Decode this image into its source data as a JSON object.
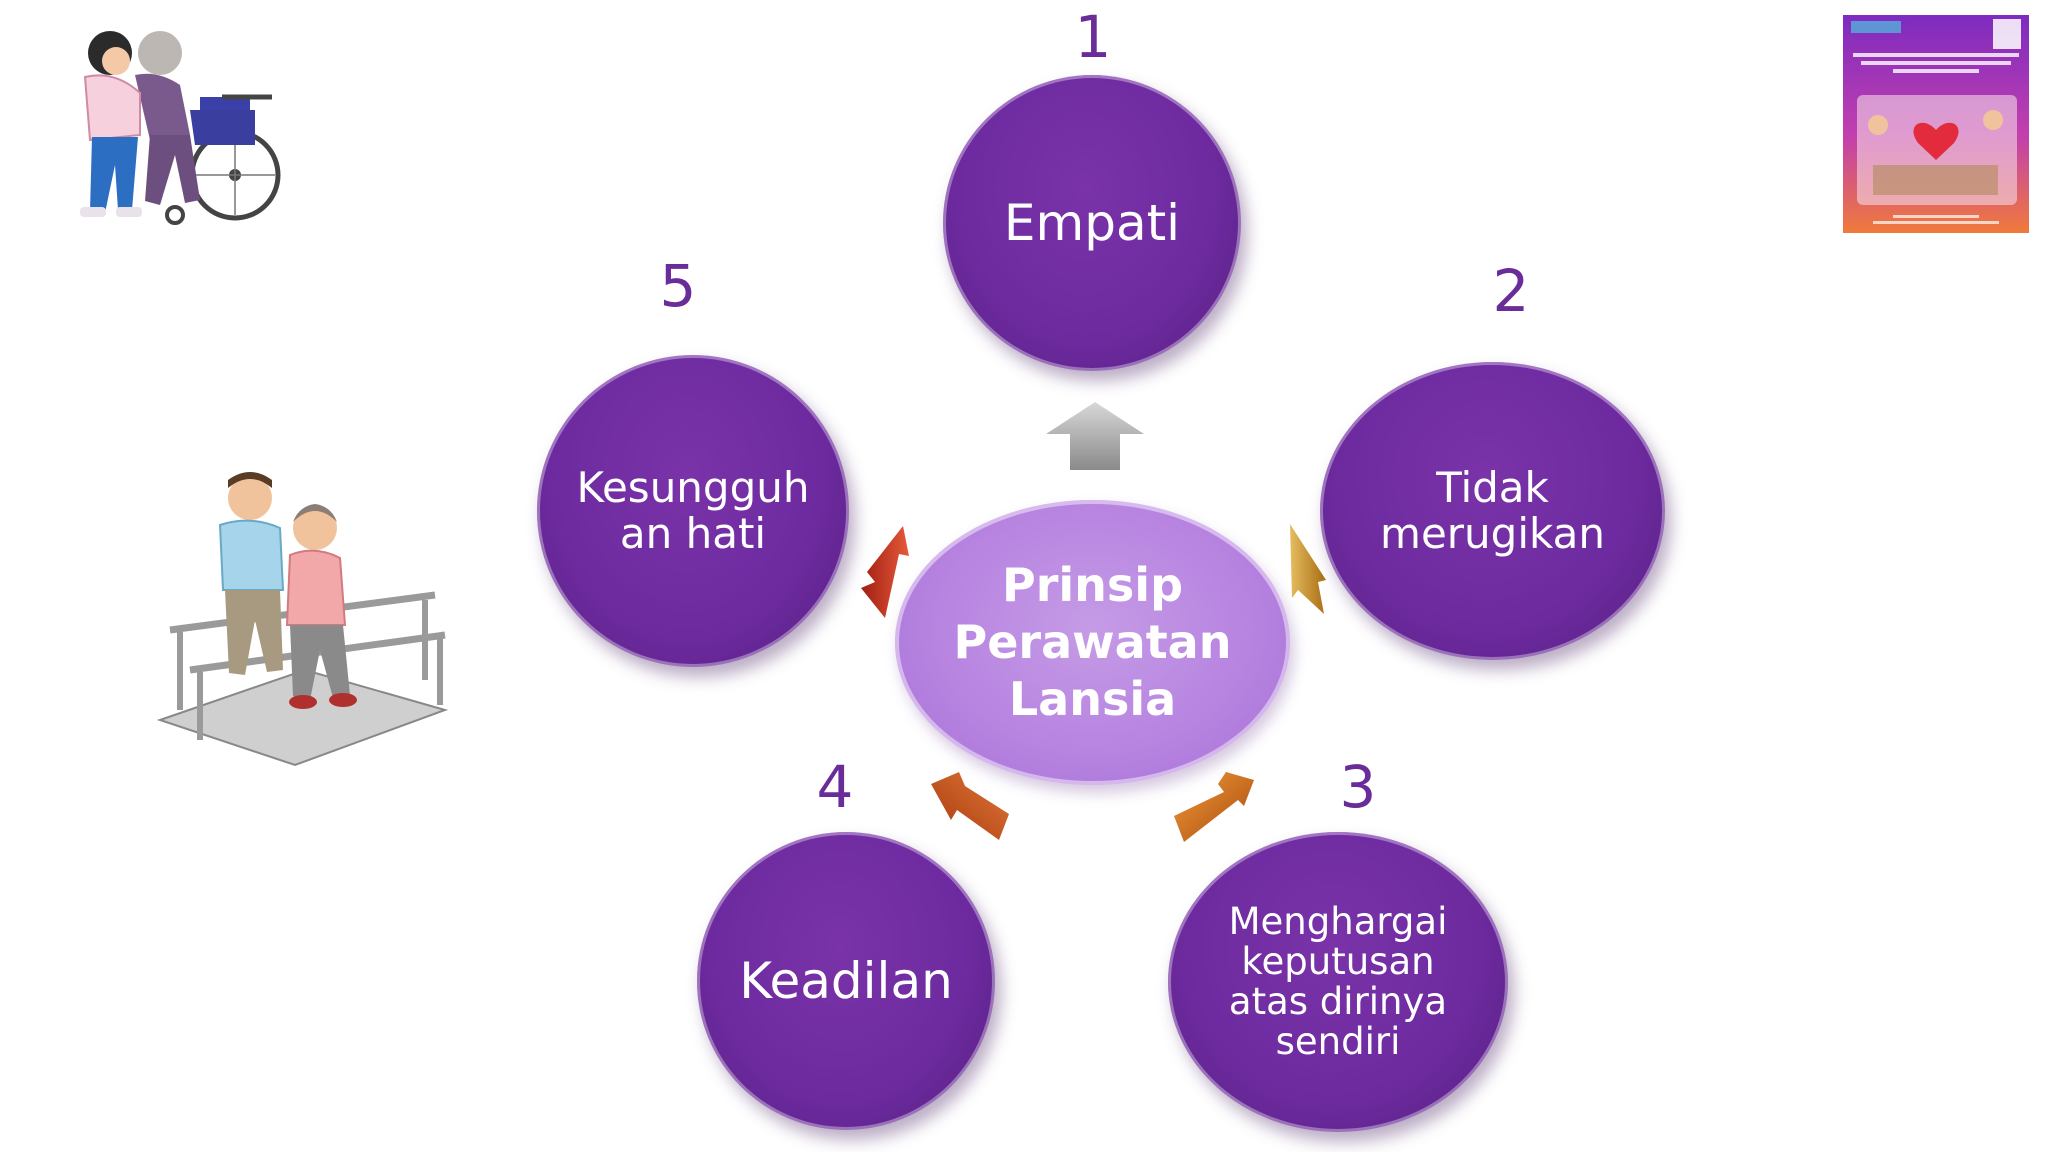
{
  "diagram": {
    "center_label": "Prinsip\nPerawatan\nLansia",
    "nodes": [
      {
        "number": "1",
        "label": "Empati"
      },
      {
        "number": "2",
        "label": "Tidak\nmerugikan"
      },
      {
        "number": "3",
        "label": "Menghargai\nkeputusan\natas dirinya\nsendiri"
      },
      {
        "number": "4",
        "label": "Keadilan"
      },
      {
        "number": "5",
        "label": "Kesungguh\nan hati"
      }
    ],
    "arrow_colors": [
      "#9a9a9a",
      "#c9922e",
      "#d0701a",
      "#c0501c",
      "#c0301c"
    ],
    "node_color": "#6d2a9f",
    "center_color": "#b682e0"
  },
  "illustrations": {
    "top_left": "caregiver-wheelchair-icon",
    "mid_left": "elderly-walking-rail-icon",
    "top_right": "guide-book-cover-icon"
  }
}
